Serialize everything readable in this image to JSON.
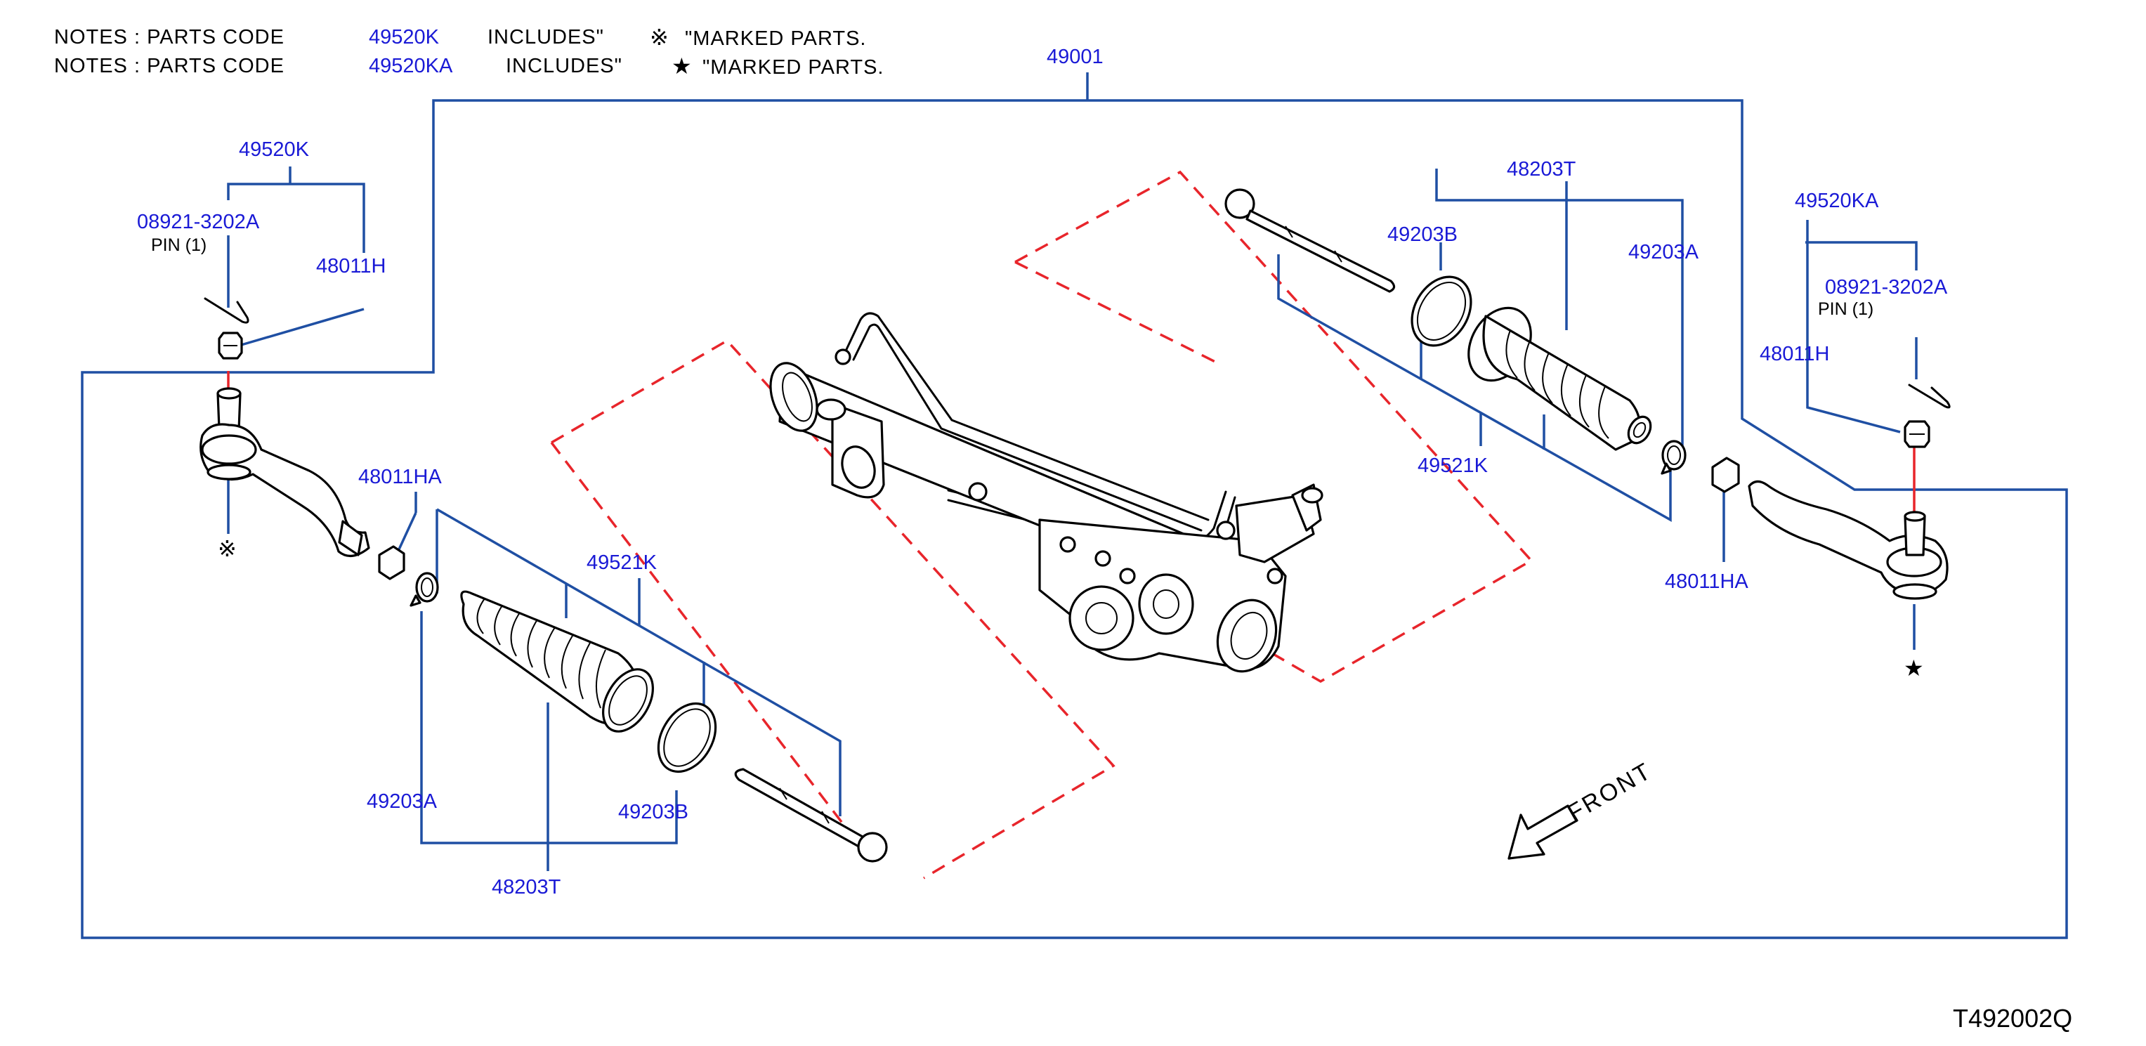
{
  "notes": {
    "line1": {
      "prefix": "NOTES  :  PARTS  CODE",
      "code": "49520K",
      "includes": "INCLUDES\"",
      "symbol": "※",
      "marked": "\"MARKED  PARTS."
    },
    "line2": {
      "prefix": "NOTES  :  PARTS  CODE",
      "code": "49520KA",
      "includes": "INCLUDES\"",
      "symbol": "★",
      "marked": "\"MARKED  PARTS."
    }
  },
  "colors": {
    "label": "#1a1ad6",
    "leader": "#1f4fa3",
    "phantom": "#e8252b",
    "drawing": "#000000"
  },
  "labels": {
    "assembly": "49001",
    "left_tie_rod_end": "49520K",
    "left_pin_code": "08921-3202A",
    "left_pin_text": "PIN    (1)",
    "left_nut": "48011H",
    "left_symbol": "※",
    "left_jam_nut": "48011HA",
    "left_boot_kit": "49521K",
    "left_clamp_a": "49203A",
    "left_clamp_b": "49203B",
    "left_boot": "48203T",
    "right_boot": "48203T",
    "right_clamp_b": "49203B",
    "right_clamp_a": "49203A",
    "right_boot_kit": "49521K",
    "right_jam_nut": "48011HA",
    "right_tie_rod_end": "49520KA",
    "right_pin_code": "08921-3202A",
    "right_pin_text": "PIN       (1)",
    "right_nut": "48011H",
    "right_symbol": "★"
  },
  "front_label": "FRONT",
  "diagram_id": "T492002Q"
}
